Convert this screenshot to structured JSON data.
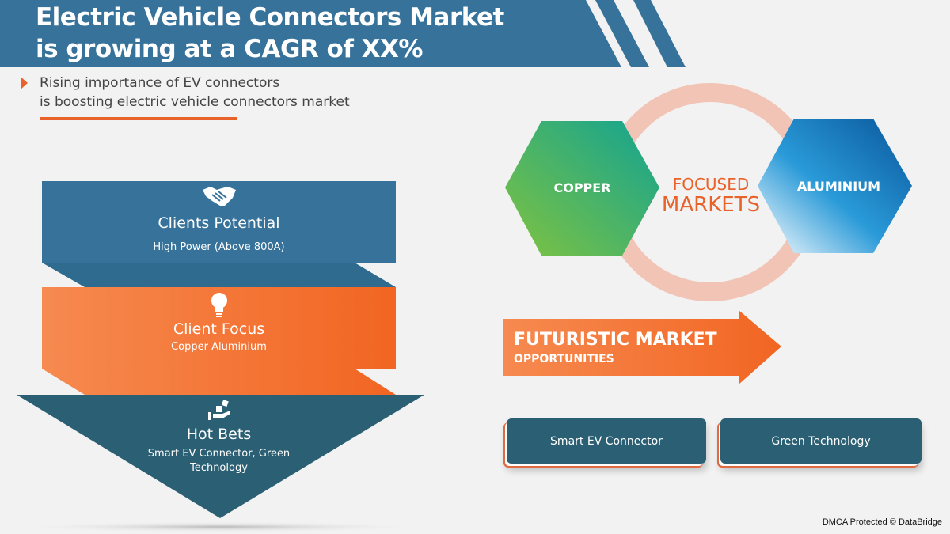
{
  "header": {
    "title_line1": "Electric Vehicle Connectors Market",
    "title_line2": "is growing at a CAGR of XX%",
    "subtitle_line1": "Rising importance of EV connectors",
    "subtitle_line2": "is boosting electric vehicle connectors market"
  },
  "funnel": [
    {
      "icon": "handshake-icon",
      "title": "Clients Potential",
      "detail": "High Power (Above 800A)"
    },
    {
      "icon": "lightbulb-icon",
      "title": "Client Focus",
      "detail": "Copper Aluminium"
    },
    {
      "icon": "hand-dice-icon",
      "title": "Hot Bets",
      "detail_line1": "Smart EV Connector, Green",
      "detail_line2": "Technology"
    }
  ],
  "focused_markets": {
    "label_line1": "FOCUSED",
    "label_line2": "MARKETS",
    "left": "COPPER",
    "right": "ALUMINIUM"
  },
  "opportunities": {
    "title": "FUTURISTIC MARKET",
    "subtitle": "OPPORTUNITIES",
    "items": [
      "Smart EV Connector",
      "Green Technology"
    ]
  },
  "footer": {
    "credit": "DMCA Protected © DataBridge"
  },
  "colors": {
    "blue": "#36729a",
    "orange": "#f26b2a",
    "teal": "#2b5f74",
    "ring": "#f2c4b5",
    "green": "#7dc242",
    "aluminium_blue": "#0a5c9e"
  }
}
